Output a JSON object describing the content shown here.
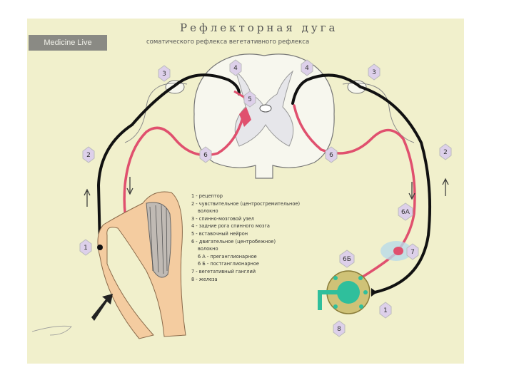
{
  "logo": "Medicine Live",
  "title": "Рефлекторная   дуга",
  "subtitle": "соматического рефлекса   вегетативного рефлекса",
  "markers": {
    "m3_left": "3",
    "m4_left": "4",
    "m5": "5",
    "m6_left": "6",
    "m2_left": "2",
    "m1_left": "1",
    "m4_right": "4",
    "m3_right": "3",
    "m6_right": "6",
    "m2_right": "2",
    "m6a": "6А",
    "m6b": "6Б",
    "m7": "7",
    "m1_right": "1",
    "m8": "8"
  },
  "legend": [
    "1 - рецептор",
    "2 - чувствительное (центростремительное)",
    "волокно",
    "3 - спинно-мозговой узел",
    "4 - задние рога спинного мозга",
    "5 - вставочный нейрон",
    "6 - двигательное (центробежное)",
    "волокно",
    "6 А - преганглионарное",
    "6 Б - постганглионарное",
    "7 - вегетативный ганглий",
    "8 - железа"
  ],
  "colors": {
    "background": "#f1f0cc",
    "sensory_fiber": "#111111",
    "motor_fiber": "#e0506e",
    "marker_fill": "#ddd0ea",
    "gland": "#cfc277",
    "gland_cells": "#2fbf9c"
  }
}
